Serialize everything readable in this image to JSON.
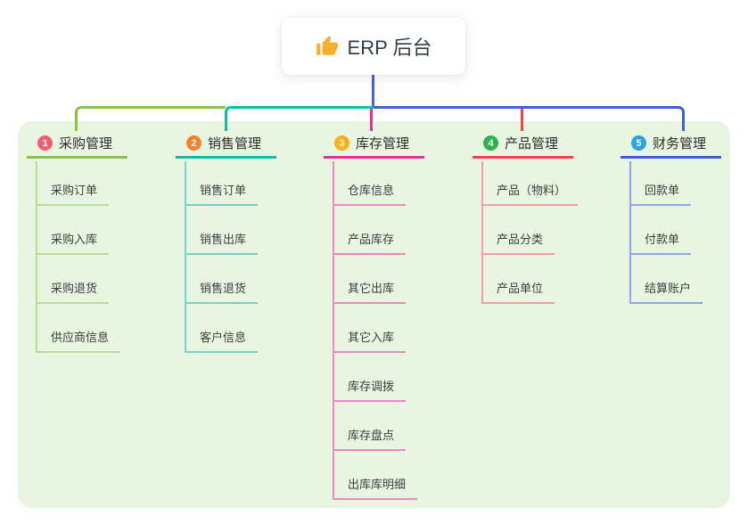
{
  "root": {
    "label": "ERP 后台",
    "icon": "thumbs-up-icon",
    "icon_color": "#f3b229"
  },
  "colors": {
    "panel_bg": "#e8f6e1",
    "root_line": "#4a60d6",
    "root_text": "#313b4a",
    "branch_text": "#2d2d2d",
    "child_text": "#3d3d3d"
  },
  "branches": [
    {
      "index": "1",
      "label": "采购管理",
      "badge_color": "#f25e6d",
      "line_color": "#8ac24a",
      "child_line_color": "#b9dc94",
      "children": [
        "采购订单",
        "采购入库",
        "采购退货",
        "供应商信息"
      ]
    },
    {
      "index": "2",
      "label": "销售管理",
      "badge_color": "#f6822c",
      "line_color": "#16b8a6",
      "child_line_color": "#79d2c8",
      "children": [
        "销售订单",
        "销售出库",
        "销售退货",
        "客户信息"
      ]
    },
    {
      "index": "3",
      "label": "库存管理",
      "badge_color": "#fbb013",
      "line_color": "#e0329f",
      "child_line_color": "#f087c5",
      "children": [
        "仓库信息",
        "产品库存",
        "其它出库",
        "其它入库",
        "库存调拨",
        "库存盘点",
        "出库库明细"
      ]
    },
    {
      "index": "4",
      "label": "产品管理",
      "badge_color": "#2eb34c",
      "line_color": "#f4414e",
      "child_line_color": "#f89aa3",
      "children": [
        "产品（物料）",
        "产品分类",
        "产品单位"
      ]
    },
    {
      "index": "5",
      "label": "财务管理",
      "badge_color": "#29a3e2",
      "line_color": "#3f5ed7",
      "child_line_color": "#90a6ec",
      "children": [
        "回款单",
        "付款单",
        "结算账户"
      ]
    }
  ]
}
